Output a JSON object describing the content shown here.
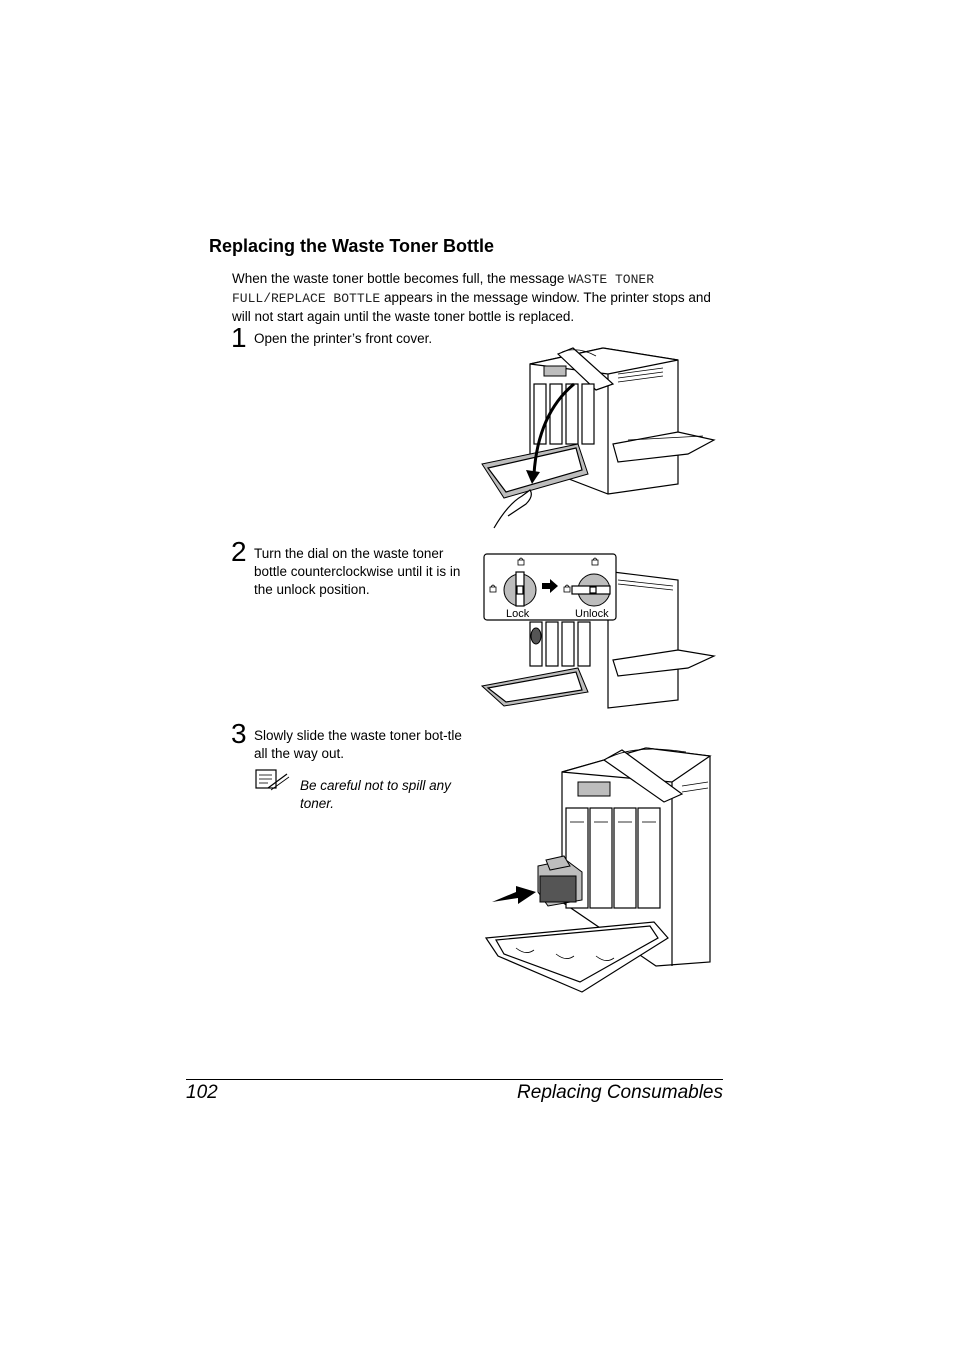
{
  "section": {
    "title": "Replacing the Waste Toner Bottle",
    "intro_before": "When the waste toner bottle becomes full, the message ",
    "intro_code": "WASTE TONER FULL/REPLACE BOTTLE",
    "intro_after": " appears in the message window. The printer stops and will not start again until the waste toner bottle is replaced."
  },
  "steps": [
    {
      "number": "1",
      "text": "Open the printer’s front cover."
    },
    {
      "number": "2",
      "text": "Turn the dial on the waste toner bottle counterclockwise until it is in the unlock position."
    },
    {
      "number": "3",
      "text": "Slowly slide the waste toner bot-tle all the way out."
    }
  ],
  "note": {
    "icon": "note-pencil-icon",
    "text": "Be careful not to spill any toner."
  },
  "dial_inset": {
    "lock_label": "Lock",
    "unlock_label": "Unlock"
  },
  "footer": {
    "page_number": "102",
    "chapter": "Replacing Consumables"
  }
}
